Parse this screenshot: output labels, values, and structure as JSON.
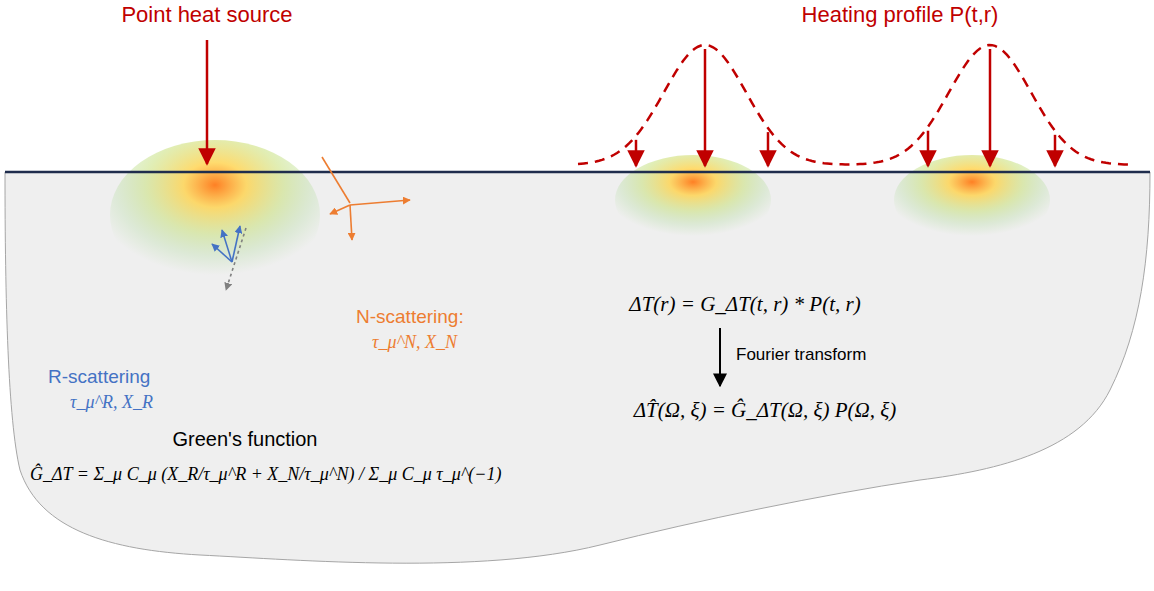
{
  "diagram": {
    "labels": [
      "Point heat source",
      "Heating profile P(t,r)",
      "R-scattering",
      "τ_μ^R, X_R",
      "N-scattering:",
      "τ_μ^N, X_N",
      "ΔT(r) = G_ΔT(t, r) * P(t, r)",
      "Fourier transform",
      "Green's function",
      "Ĝ_ΔT = Σ_μ C_μ (X_R/τ_μ^R + X_N/τ_μ^N) / Σ_μ C_μ τ_μ^(−1)",
      "ΔT̂(Ω, ξ) = Ĝ_ΔT(Ω, ξ) P(Ω, ξ)"
    ]
  }
}
